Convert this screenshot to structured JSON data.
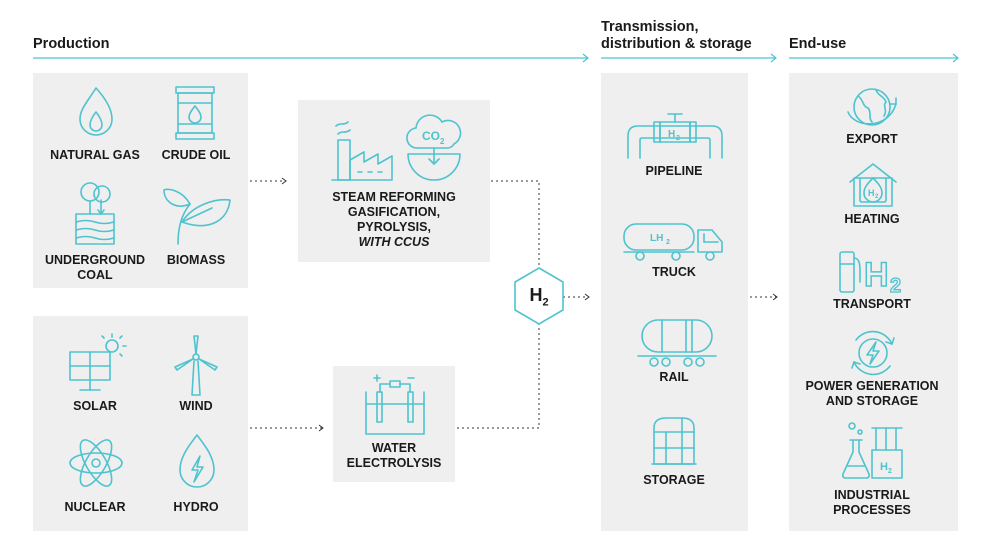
{
  "headers": {
    "production": "Production",
    "transmission_line1": "Transmission,",
    "transmission_line2": "distribution & storage",
    "enduse": "End-use"
  },
  "production": {
    "natural_gas": "NATURAL GAS",
    "crude_oil": "CRUDE OIL",
    "underground_coal_1": "UNDERGROUND",
    "underground_coal_2": "COAL",
    "biomass": "BIOMASS",
    "solar": "SOLAR",
    "wind": "WIND",
    "nuclear": "NUCLEAR",
    "hydro": "HYDRO"
  },
  "processes": {
    "steam_1": "STEAM REFORMING",
    "steam_2": "GASIFICATION,",
    "steam_3": "PYROLYSIS,",
    "steam_4": "WITH CCUS",
    "co2_icon_text": "CO",
    "co2_icon_sub": "2",
    "water_1": "WATER",
    "water_2": "ELECTROLYSIS"
  },
  "hub": {
    "symbol": "H",
    "sub": "2"
  },
  "transmission": {
    "pipeline": "PIPELINE",
    "pipeline_icon_text": "H",
    "pipeline_icon_sub": "2",
    "truck": "TRUCK",
    "truck_icon_text": "LH",
    "truck_icon_sub": "2",
    "rail": "RAIL",
    "storage": "STORAGE"
  },
  "enduse": {
    "export": "EXPORT",
    "heating": "HEATING",
    "heating_icon_text": "H",
    "heating_icon_sub": "2",
    "transport": "TRANSPORT",
    "transport_icon_text": "H",
    "transport_icon_sub": "2",
    "power_1": "POWER GENERATION",
    "power_2": "AND STORAGE",
    "industrial_1": "INDUSTRIAL",
    "industrial_2": "PROCESSES",
    "industrial_icon_text": "H",
    "industrial_icon_sub": "2"
  },
  "colors": {
    "accent": "#4ec3cf",
    "panel": "#efefef",
    "text": "#1a1a1a"
  }
}
